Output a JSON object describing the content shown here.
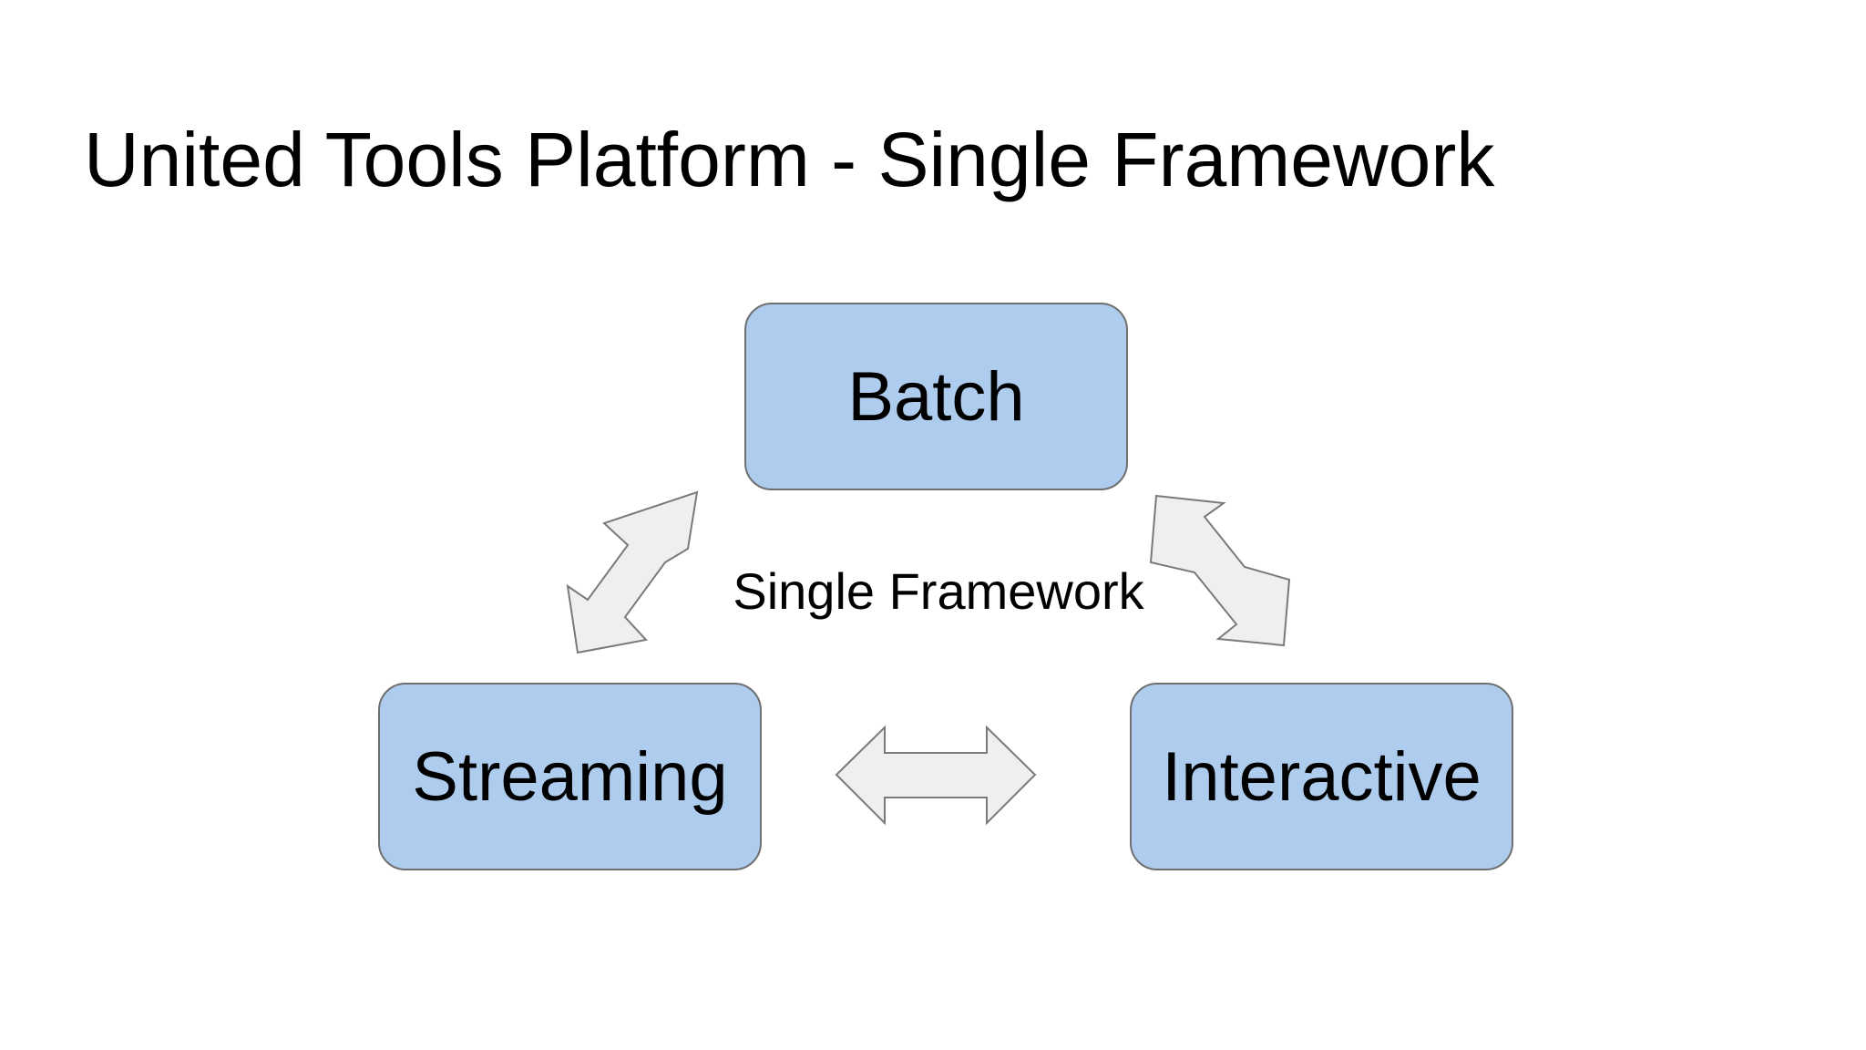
{
  "slide": {
    "title": "United Tools Platform - Single Framework",
    "center_label": "Single Framework"
  },
  "nodes": {
    "batch": {
      "label": "Batch"
    },
    "streaming": {
      "label": "Streaming"
    },
    "interactive": {
      "label": "Interactive"
    }
  },
  "colors": {
    "node_fill": "#aecdee",
    "node_border": "#6f6f6f",
    "arrow_fill": "#efefef",
    "arrow_stroke": "#7a7a7a",
    "text": "#000000"
  }
}
